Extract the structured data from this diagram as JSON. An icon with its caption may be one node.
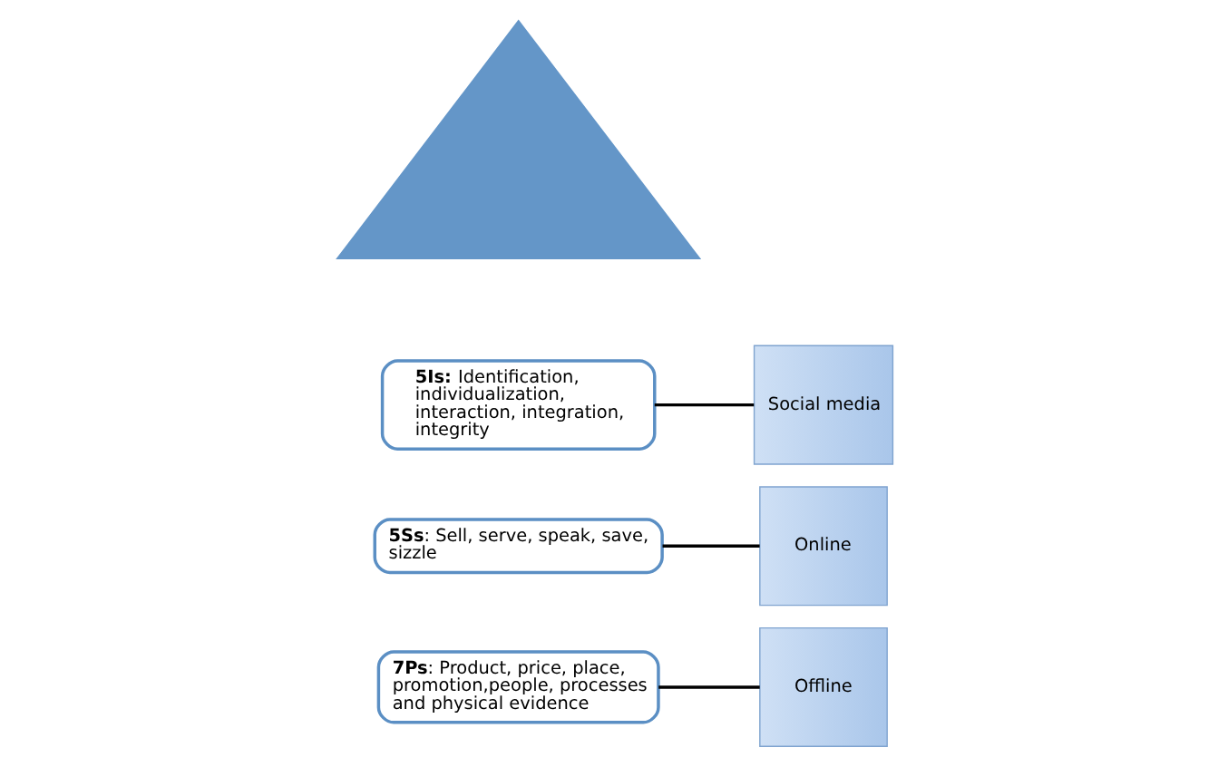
{
  "diagram": {
    "nodes": [
      {
        "text": [],
        "shape": "triangle"
      },
      {
        "text": [
          "**5Is:** Identification, individualization, interaction, integration, integrity"
        ]
      },
      {
        "text": [
          "Social media"
        ]
      },
      {
        "text": [
          "**5Ss**: Sell, serve, speak, save, sizzle"
        ]
      },
      {
        "text": [
          "Online"
        ]
      },
      {
        "text": [
          "**7Ps**: Product, price, place, promotion,people, processes and physical evidence"
        ]
      },
      {
        "text": [
          "Offline"
        ]
      }
    ],
    "edges": [
      {
        "from": 1,
        "to": 2,
        "arrow": "none"
      },
      {
        "from": 3,
        "to": 4,
        "arrow": "none"
      },
      {
        "from": 5,
        "to": 6,
        "arrow": "none"
      }
    ]
  }
}
